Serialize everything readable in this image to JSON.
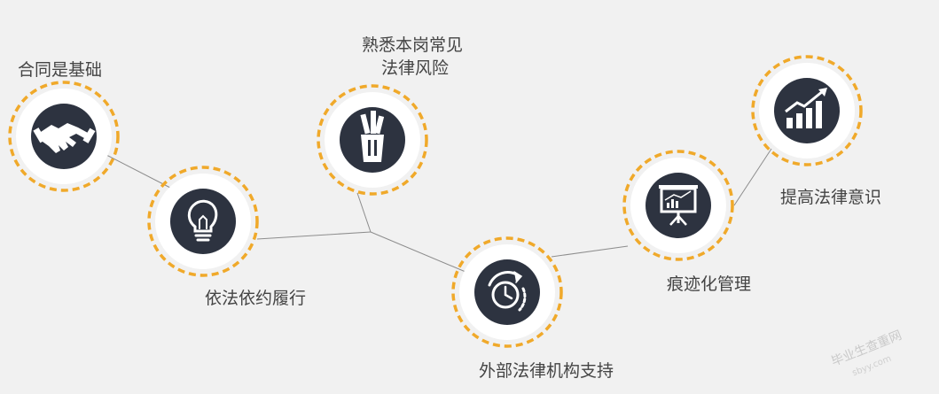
{
  "nodes": [
    {
      "id": "contract",
      "label": "合同是基础",
      "icon": "handshake-icon"
    },
    {
      "id": "comply",
      "label": "依法依约履行",
      "icon": "lightbulb-icon"
    },
    {
      "id": "risk",
      "label_line1": "熟悉本岗常见",
      "label_line2": "法律风险",
      "icon": "pencil-cup-icon"
    },
    {
      "id": "external",
      "label": "外部法律机构支持",
      "icon": "clock-refresh-icon"
    },
    {
      "id": "trace",
      "label": "痕迹化管理",
      "icon": "presentation-board-icon"
    },
    {
      "id": "awareness",
      "label": "提高法律意识",
      "icon": "growth-chart-icon"
    }
  ],
  "watermark": {
    "line1": "毕业生查重网",
    "line2": "sbyy.com"
  },
  "colors": {
    "dashed_ring": "#f0a92a",
    "icon_disc": "#2d3340",
    "connector": "#8d8d8d",
    "background": "#f1f1f1"
  }
}
